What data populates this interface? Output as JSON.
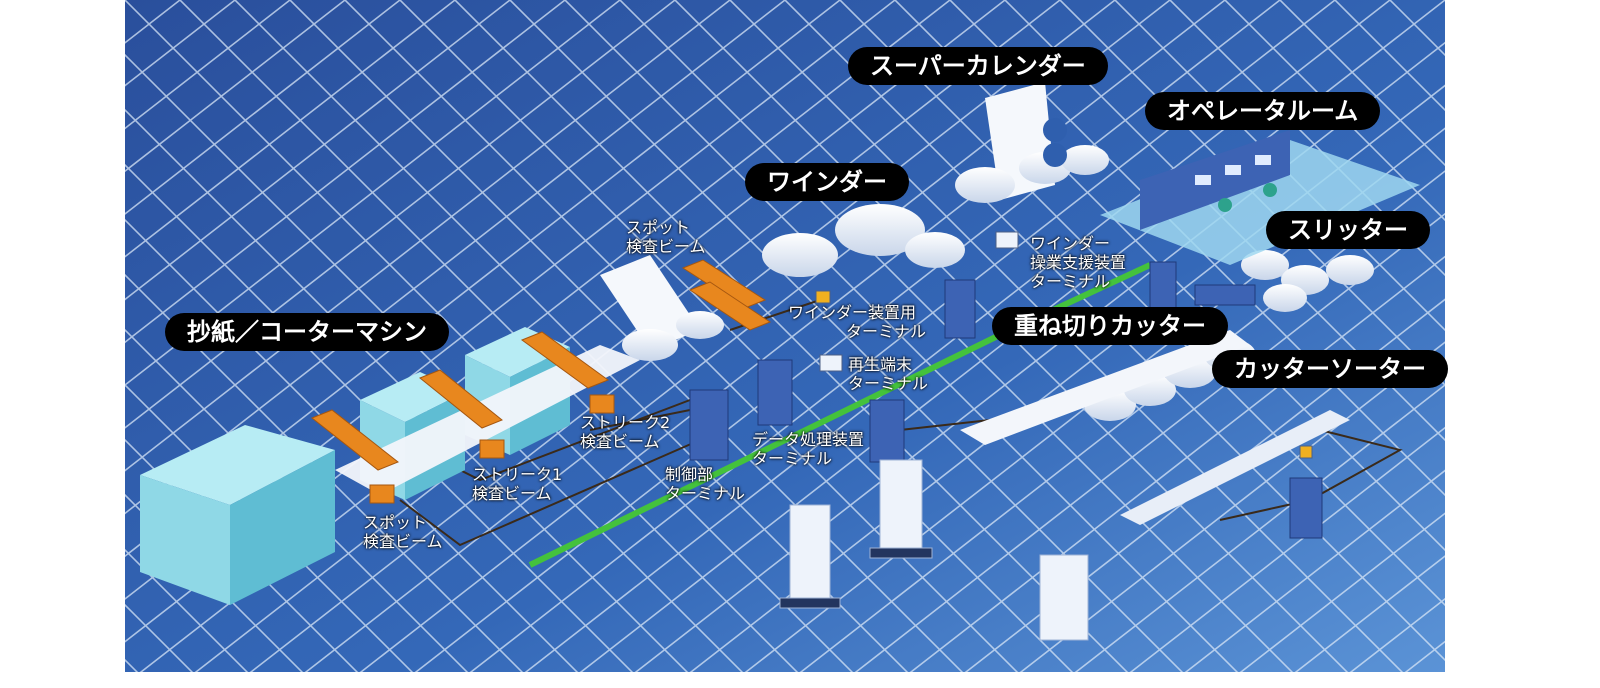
{
  "titles": {
    "paper_coater": "抄紙／コーターマシン",
    "supercalender": "スーパーカレンダー",
    "winder": "ワインダー",
    "operator_room": "オペレータルーム",
    "slitter": "スリッター",
    "overlap_cutter": "重ね切りカッター",
    "cutter_sorter": "カッターソーター"
  },
  "captions": {
    "spot_beam_top": [
      "スポット",
      "検査ビーム"
    ],
    "streak2_beam": [
      "ストリーク2",
      "検査ビーム"
    ],
    "streak1_beam": [
      "ストリーク1",
      "検査ビーム"
    ],
    "spot_beam_bottom": [
      "スポット",
      "検査ビーム"
    ],
    "control_terminal": [
      "制御部",
      "ターミナル"
    ],
    "data_terminal": [
      "データ処理装置",
      "ターミナル"
    ],
    "playback_terminal": [
      "再生端末",
      "ターミナル"
    ],
    "winder_device_terminal": [
      "ワインダー装置用",
      "ターミナル"
    ],
    "winder_support_terminal": [
      "ワインダー",
      "操業支援装置",
      "ターミナル"
    ]
  },
  "colors": {
    "floor": "#2f5fae",
    "grid": "#d8e6f7",
    "machine": "#7fd6e6",
    "beam": "#e8871e",
    "network": "#44c23c",
    "cabinet": "#3d63b4"
  }
}
